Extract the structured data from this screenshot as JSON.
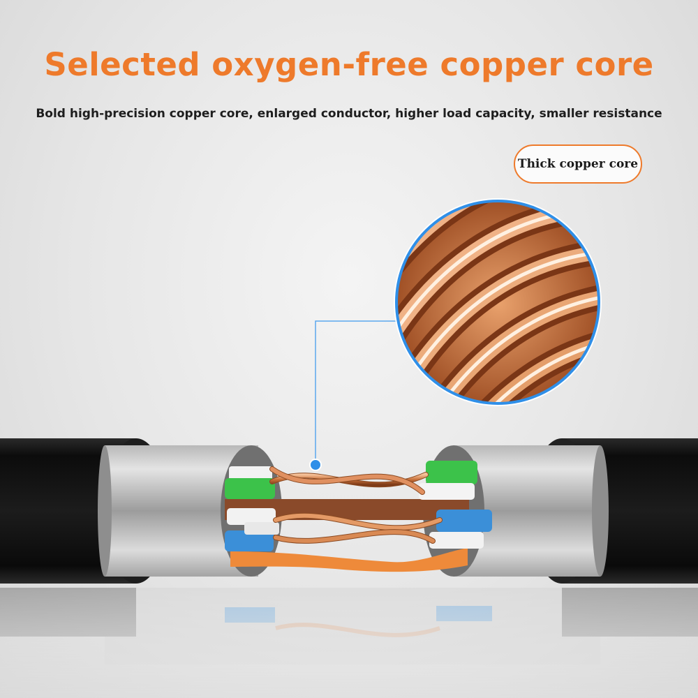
{
  "headline": "Selected oxygen-free copper core",
  "subheadline": "Bold high-precision copper core, enlarged conductor, higher load capacity, smaller resistance",
  "callout_label": "Thick copper core",
  "colors": {
    "accent_orange": "#ee7a2b",
    "callout_blue": "#2f8fe8",
    "copper": "#c8703a",
    "jacket_black": "#141414",
    "shield_silver": "#c9c9c9",
    "pair_green": "#3cc24a",
    "pair_blue": "#3b8fd8",
    "pair_orange": "#ee8a3a",
    "pair_brown": "#8a4a2a"
  },
  "icons": [
    "copper-strands-magnifier",
    "ethernet-cable-cross-section"
  ]
}
